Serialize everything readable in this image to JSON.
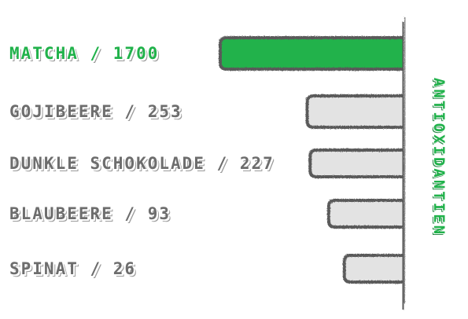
{
  "colors": {
    "highlight": "#21b24b",
    "bar": "#e3e3e3",
    "stroke": "#5a5a5a",
    "text": "#6d6d6d",
    "title": "#21b24b"
  },
  "chart_data": {
    "type": "bar",
    "orientation": "horizontal",
    "ylabel": "ANTIOXIDANTIEN",
    "categories": [
      "MATCHA",
      "GOJIBEERE",
      "DUNKLE SCHOKOLADE",
      "BLAUBEERE",
      "SPINAT"
    ],
    "values": [
      1700,
      253,
      227,
      93,
      26
    ],
    "labels": [
      "MATCHA / 1700",
      "GOJIBEERE / 253",
      "DUNKLE SCHOKOLADE / 227",
      "BLAUBEERE / 93",
      "SPINAT / 26"
    ],
    "highlight_index": 0,
    "xlim": [
      0,
      1700
    ]
  }
}
